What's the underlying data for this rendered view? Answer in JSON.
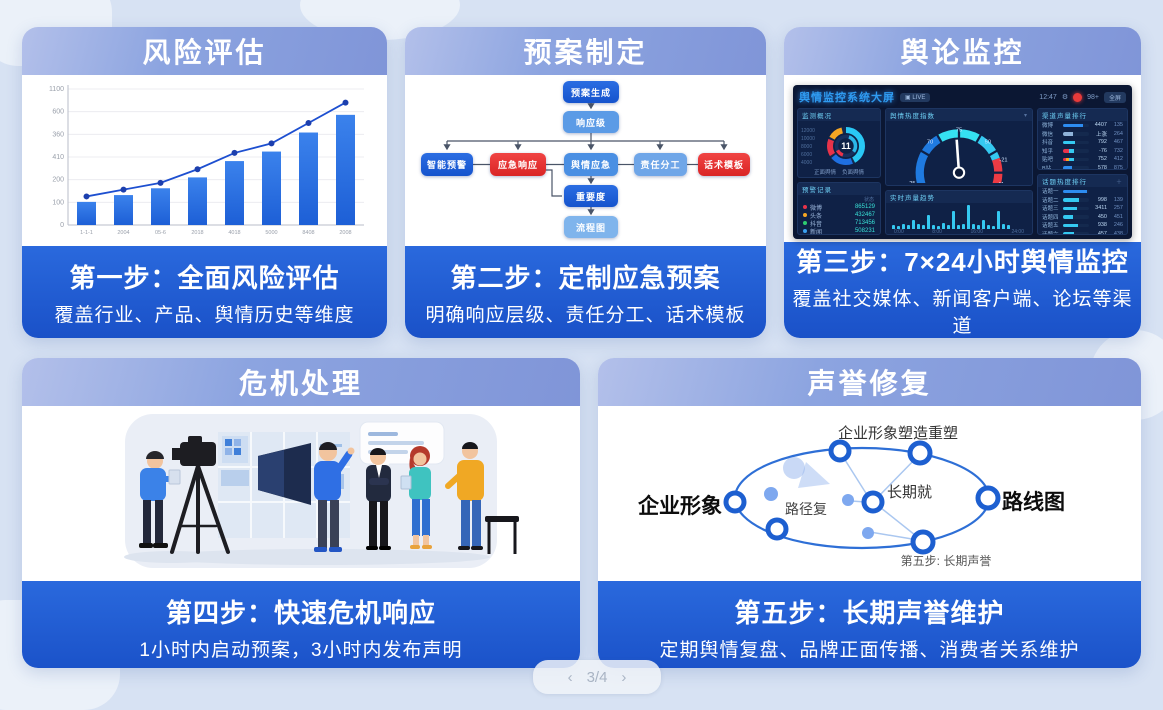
{
  "page": {
    "pagination": {
      "prev": "‹",
      "current": "3/4",
      "next": "›"
    }
  },
  "cards": {
    "risk": {
      "badge": "风险评估",
      "step_title": "第一步：全面风险评估",
      "step_desc": "覆盖行业、产品、舆情历史等维度"
    },
    "plan": {
      "badge": "预案制定",
      "step_title": "第二步：定制应急预案",
      "step_desc": "明确响应层级、责任分工、话术模板",
      "flow": {
        "top": "预案生成",
        "level2": "响应级",
        "row": [
          "智能预警",
          "应急响应",
          "舆情应急",
          "责任分工",
          "话术模板"
        ],
        "mid": "重要度",
        "bottom": "流程图"
      }
    },
    "monitor": {
      "badge": "舆论监控",
      "step_title": "第三步：7×24小时舆情监控",
      "step_desc": "覆盖社交媒体、新闻客户端、论坛等渠道"
    },
    "crisis": {
      "badge": "危机处理",
      "step_title": "第四步：快速危机响应",
      "step_desc": "1小时内启动预案，3小时内发布声明"
    },
    "repair": {
      "badge": "声誉修复",
      "step_title": "第五步：长期声誉维护",
      "step_desc": "定期舆情复盘、品牌正面传播、消费者关系维护",
      "network": {
        "left": "企业形象",
        "right": "路线图",
        "top": "企业形象塑造重塑",
        "center": "长期就",
        "mid": "路径复",
        "bottom": "第五步: 长期声誉"
      }
    }
  },
  "chart_data": {
    "type": "bar",
    "title": "",
    "xlabel": "",
    "ylabel": "",
    "categories": [
      "1-1-1",
      "2004",
      "05-6",
      "2018",
      "4018",
      "5000",
      "8408",
      "2008"
    ],
    "series": [
      {
        "name": "风险量-柱",
        "values": [
          170,
          220,
          270,
          350,
          470,
          540,
          680,
          810
        ]
      },
      {
        "name": "趋势-线",
        "values": [
          210,
          260,
          310,
          410,
          530,
          600,
          750,
          900
        ]
      }
    ],
    "ylim": [
      0,
      1000
    ],
    "ytick_labels": [
      "0",
      "100",
      "200",
      "410",
      "360",
      "600",
      "1100"
    ],
    "grid": true,
    "legend_position": "none",
    "bar_color": "#2e74e2",
    "line_color": "#1d4fd0"
  },
  "dashboard": {
    "title": "舆情监控系统大屏",
    "header": {
      "time": "12:47",
      "badge": "98+",
      "button": "全屏"
    },
    "panels": {
      "overview": {
        "title": "监测概况",
        "axis": [
          "12000",
          "10000",
          "8000",
          "6000",
          "4000"
        ],
        "donut_value": "11",
        "segments": [
          {
            "color": "#29c8f5",
            "pct": 42
          },
          {
            "color": "#1f6fe0",
            "pct": 20
          },
          {
            "color": "#e8334a",
            "pct": 15
          },
          {
            "color": "#f5a623",
            "pct": 13
          }
        ],
        "legend": [
          "正面舆情",
          "负面舆情"
        ]
      },
      "alerts": {
        "title": "预警记录",
        "col": "状态",
        "rows": [
          {
            "dot": "#e8334a",
            "label": "微博",
            "value": "865129"
          },
          {
            "dot": "#f5a623",
            "label": "头条",
            "value": "432467"
          },
          {
            "dot": "#2ecc71",
            "label": "抖音",
            "value": "713456"
          },
          {
            "dot": "#3aa0f0",
            "label": "新闻",
            "value": "508231"
          }
        ]
      },
      "gauge": {
        "title": "舆情热度指数",
        "ticks": [
          {
            "t": "-25",
            "x": 24,
            "y": 76
          },
          {
            "t": "70",
            "x": 42,
            "y": 36
          },
          {
            "t": "75",
            "x": 70,
            "y": 24
          },
          {
            "t": "50",
            "x": 98,
            "y": 36
          },
          {
            "t": "-21",
            "x": 113,
            "y": 53
          },
          {
            "t": "-11",
            "x": 110,
            "y": 77
          }
        ],
        "needle_deg": -4
      },
      "trend": {
        "title": "实时声量趋势",
        "x_labels": [
          "0:00",
          "8:00",
          "16:00",
          "24:00"
        ],
        "values": [
          8,
          5,
          12,
          7,
          26,
          10,
          7,
          48,
          9,
          5,
          15,
          8,
          60,
          7,
          12,
          85,
          10,
          7,
          26,
          9,
          5,
          62,
          12,
          7
        ]
      },
      "rank1": {
        "title": "渠道声量排行",
        "rows": [
          {
            "label": "微博",
            "segs": [
              [
                "#2d8cf0",
                78
              ]
            ],
            "v1": "4407",
            "v2": "135"
          },
          {
            "label": "微信",
            "segs": [
              [
                "#8fb3d9",
                40
              ]
            ],
            "v1": "上涨",
            "v2": "264"
          },
          {
            "label": "抖音",
            "segs": [
              [
                "#35c9f1",
                48
              ]
            ],
            "v1": "792",
            "v2": "467"
          },
          {
            "label": "知乎",
            "segs": [
              [
                "#e8334a",
                22
              ],
              [
                "#35c9f1",
                20
              ]
            ],
            "v1": "-76",
            "v2": "732"
          },
          {
            "label": "贴吧",
            "segs": [
              [
                "#e8334a",
                13
              ],
              [
                "#f5a623",
                12
              ],
              [
                "#35c9f1",
                18
              ]
            ],
            "v1": "752",
            "v2": "412"
          },
          {
            "label": "B站",
            "segs": [
              [
                "#2d8cf0",
                34
              ]
            ],
            "v1": "578",
            "v2": "875"
          }
        ]
      },
      "rank2": {
        "title": "话题热度排行",
        "rows": [
          {
            "label": "话题一",
            "segs": [
              [
                "#2d8cf0",
                93
              ]
            ],
            "v1": "",
            "v2": ""
          },
          {
            "label": "话题二",
            "segs": [
              [
                "#35c9f1",
                60
              ]
            ],
            "v1": "998",
            "v2": "139"
          },
          {
            "label": "话题三",
            "segs": [
              [
                "#35c9f1",
                52
              ]
            ],
            "v1": "3411",
            "v2": "257"
          },
          {
            "label": "话题四",
            "segs": [
              [
                "#35c9f1",
                40
              ]
            ],
            "v1": "450",
            "v2": "451"
          },
          {
            "label": "话题五",
            "segs": [
              [
                "#35c9f1",
                56
              ]
            ],
            "v1": "938",
            "v2": "246"
          },
          {
            "label": "话题六",
            "segs": [
              [
                "#35c9f1",
                44
              ]
            ],
            "v1": "457",
            "v2": "438"
          }
        ]
      }
    }
  }
}
